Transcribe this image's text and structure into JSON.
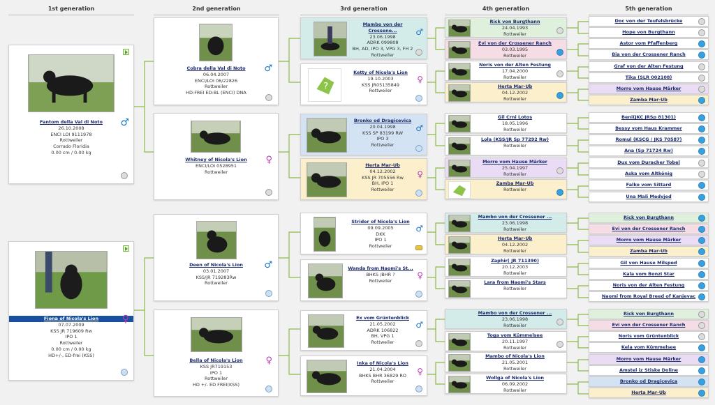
{
  "headers": [
    "1st generation",
    "2nd generation",
    "3rd generation",
    "4th generation",
    "5th generation"
  ],
  "gen1": [
    {
      "name": "Fantom della Val di Noto",
      "lines": [
        "26.10.2008",
        "ENCI LOI 9111978",
        "Rottweiler",
        "Corrado Floridia",
        "0.00 cm / 0.00 kg"
      ],
      "sex": "♂"
    },
    {
      "name": "Fiona of Nicola's Lion",
      "lines": [
        "07.07.2009",
        "KSS JR 719609 Rw",
        "IPO 1",
        "Rottweiler",
        "0.00 cm / 0.00 kg",
        "HD+/-, ED-frei (KSS)"
      ],
      "sex": "♀"
    }
  ],
  "gen2": [
    {
      "name": "Cobra della Val di Noto",
      "lines": [
        "06.04.2007",
        "ENCI/LOI 06/22826",
        "Rottweiler",
        "HD:FREI ED:BL (ENCI) DNA"
      ],
      "sex": "♂"
    },
    {
      "name": "Whitney of Nicola's Lion",
      "lines": [
        "ENCI/LOI 0528951",
        "Rottweiler"
      ],
      "sex": "♀"
    },
    {
      "name": "Deen of Nicola's Lion",
      "lines": [
        "03.01.2007",
        "KSS/JR 719283Rw",
        "Rottweiler"
      ],
      "sex": "♂"
    },
    {
      "name": "Bella of Nicola's Lion",
      "lines": [
        "KSS JR719153",
        "IPO 1",
        "Rottweiler",
        "HD +/- ED FREI(KSS)"
      ],
      "sex": "♀"
    }
  ],
  "gen3": [
    {
      "name": "Mambo von der Crossene...",
      "lines": [
        "23.06.1998",
        "ADRK 099808",
        "BH, AD, IPO 3, VPG 3, FH 2",
        "Rottweiler"
      ],
      "sex": "♂"
    },
    {
      "name": "Ketty of Nicola's Lion",
      "lines": [
        "19.10.2003",
        "KSS JR05135849",
        "Rottweiler"
      ],
      "sex": "♀"
    },
    {
      "name": "Bronko od Dragicevica",
      "lines": [
        "20.04.1998",
        "KSS SP 83199 RW",
        "IPO 3",
        "Rottweiler"
      ],
      "sex": "♂"
    },
    {
      "name": "Herta Mar-Ub",
      "lines": [
        "04.12.2002",
        "KSS JR 705556 Rw",
        "BH, IPO 1",
        "Rottweiler"
      ],
      "sex": "♀"
    },
    {
      "name": "Strider of Nicola's Lion",
      "lines": [
        "09.09.2005",
        "DKK",
        "IPO 1",
        "Rottweiler"
      ],
      "sex": "♂"
    },
    {
      "name": "Wanda from Naomi's St...",
      "lines": [
        "BHKS /BHR ?",
        "Rottweiler"
      ],
      "sex": "♀"
    },
    {
      "name": "Ex vom Grüntenblick",
      "lines": [
        "21.05.2002",
        "ADRK 106822",
        "BH, VPG 1",
        "Rottweiler"
      ],
      "sex": "♂"
    },
    {
      "name": "Inka of Nicola's Lion",
      "lines": [
        "21.04.2004",
        "BHKS BHR 36829 RO",
        "Rottweiler"
      ],
      "sex": "♀"
    }
  ],
  "gen4": [
    {
      "name": "Rick von Burgthann",
      "lines": [
        "24.04.1993",
        "Rottweiler"
      ]
    },
    {
      "name": "Evi von der Crossener Ranch",
      "lines": [
        "03.03.1995",
        "Rottweiler"
      ]
    },
    {
      "name": "Noris von der Alten Festung",
      "lines": [
        "17.04.2000",
        "Rottweiler"
      ]
    },
    {
      "name": "Herta Mar-Ub",
      "lines": [
        "04.12.2002",
        "Rottweiler"
      ]
    },
    {
      "name": "Gil Crni Lotos",
      "lines": [
        "18.05.1996",
        "Rottweiler"
      ]
    },
    {
      "name": "Lola (KSS/JR Sp 77292 Rw)",
      "lines": [
        "Rottweiler"
      ]
    },
    {
      "name": "Morro vom Hause Märker",
      "lines": [
        "25.04.1997",
        "Rottweiler"
      ]
    },
    {
      "name": "Zamba Mar-Ub",
      "lines": [
        "Rottweiler"
      ]
    },
    {
      "name": "Mambo von der Crossener ...",
      "lines": [
        "23.06.1998",
        "Rottweiler"
      ]
    },
    {
      "name": "Herta Mar-Ub",
      "lines": [
        "04.12.2002",
        "Rottweiler"
      ]
    },
    {
      "name": "Zaphir( JR 711390)",
      "lines": [
        "20.12.2003",
        "Rottweiler"
      ]
    },
    {
      "name": "Lara from Naomi's Stars",
      "lines": [
        "Rottweiler"
      ]
    },
    {
      "name": "Mambo von der Crossener ...",
      "lines": [
        "23.06.1998",
        "Rottweiler"
      ]
    },
    {
      "name": "Toga vom Kümmelsee",
      "lines": [
        "20.11.1997",
        "Rottweiler"
      ]
    },
    {
      "name": "Mambo of Nicola's Lion",
      "lines": [
        "21.05.2001",
        "Rottweiler"
      ]
    },
    {
      "name": "Wollga of Nicola's Lion",
      "lines": [
        "06.09.2002",
        "Rottweiler"
      ]
    }
  ],
  "gen5": [
    "Doc von der Teufelsbrücke",
    "Hope von Burgthann",
    "Astor vom Pfaffenberg",
    "Bia von der Crossener Ranch",
    "Graf von der Alten Festung",
    "Tika (SLR 002108)",
    "Morro vom Hause Märker",
    "Zamba Mar-Ub",
    "Beni(JKC JRSp 81301)",
    "Bessy vom Haus Krammer",
    "Romul (KSCG / JKS 70587)",
    "Ana (Sp 71724 Rw)",
    "Dux vom Duracher Tobel",
    "Aska vom Altkönig",
    "Falko vom Sittard",
    "Una Mali Medvjed",
    "Rick von Burgthann",
    "Evi von der Crossener Ranch",
    "Morro vom Hause Märker",
    "Zamba Mar-Ub",
    "Gil von Hause Milsped",
    "Kala vom Bonzi Star",
    "Noris von der Alten Festung",
    "Naomi from Royal Breed of Kanjevac",
    "Rick von Burgthann",
    "Evi von der Crossener Ranch",
    "Noris vom Grüntenblick",
    "Kela vom Kümmelsee",
    "Morro vom Hause Märker",
    "Amstel iz Stiske Doline",
    "Bronko od Dragicevica",
    "Herta Mar-Ub"
  ]
}
